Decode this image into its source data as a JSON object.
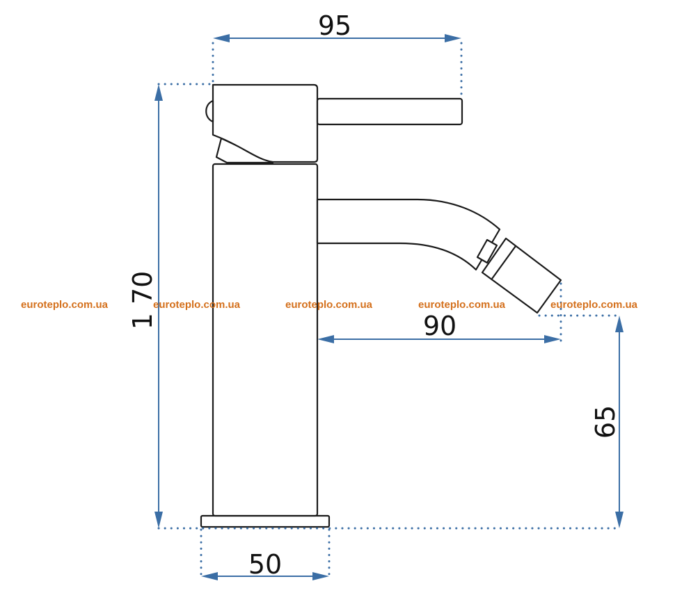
{
  "colors": {
    "dimension": "#3b6ea5",
    "outline": "#1a1a1a",
    "watermark": "#d4701c"
  },
  "dimensions": {
    "top_width": "95",
    "total_height": "1 70",
    "spout_reach": "90",
    "spout_height": "65",
    "base_width": "50"
  },
  "watermark": {
    "text": "euroteplo.com.ua",
    "repeat_count": 5
  }
}
